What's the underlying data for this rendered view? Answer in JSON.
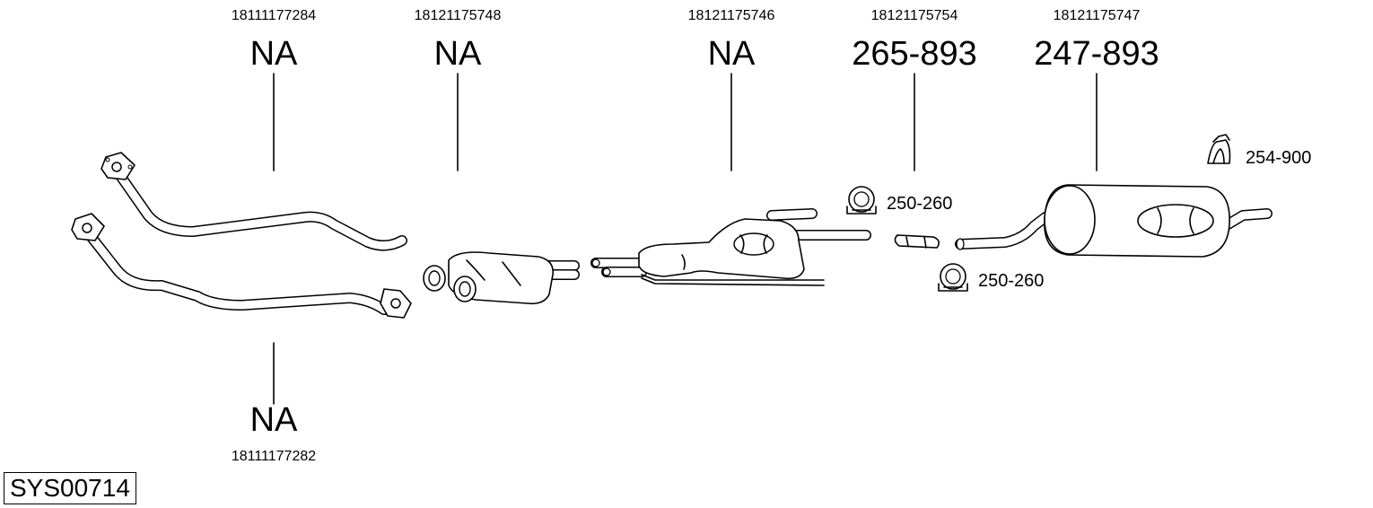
{
  "system_code": "SYS00714",
  "parts": [
    {
      "oem": "18111177284",
      "part_number": "NA"
    },
    {
      "oem": "18121175748",
      "part_number": "NA"
    },
    {
      "oem": "18121175746",
      "part_number": "NA"
    },
    {
      "oem": "18121175754",
      "part_number": "265-893"
    },
    {
      "oem": "18121175747",
      "part_number": "247-893"
    },
    {
      "oem": "18111177282",
      "part_number": "NA"
    }
  ],
  "accessories": [
    {
      "part_number": "250-260",
      "icon": "clamp-icon"
    },
    {
      "part_number": "250-260",
      "icon": "clamp-icon"
    },
    {
      "part_number": "254-900",
      "icon": "hanger-icon"
    }
  ]
}
